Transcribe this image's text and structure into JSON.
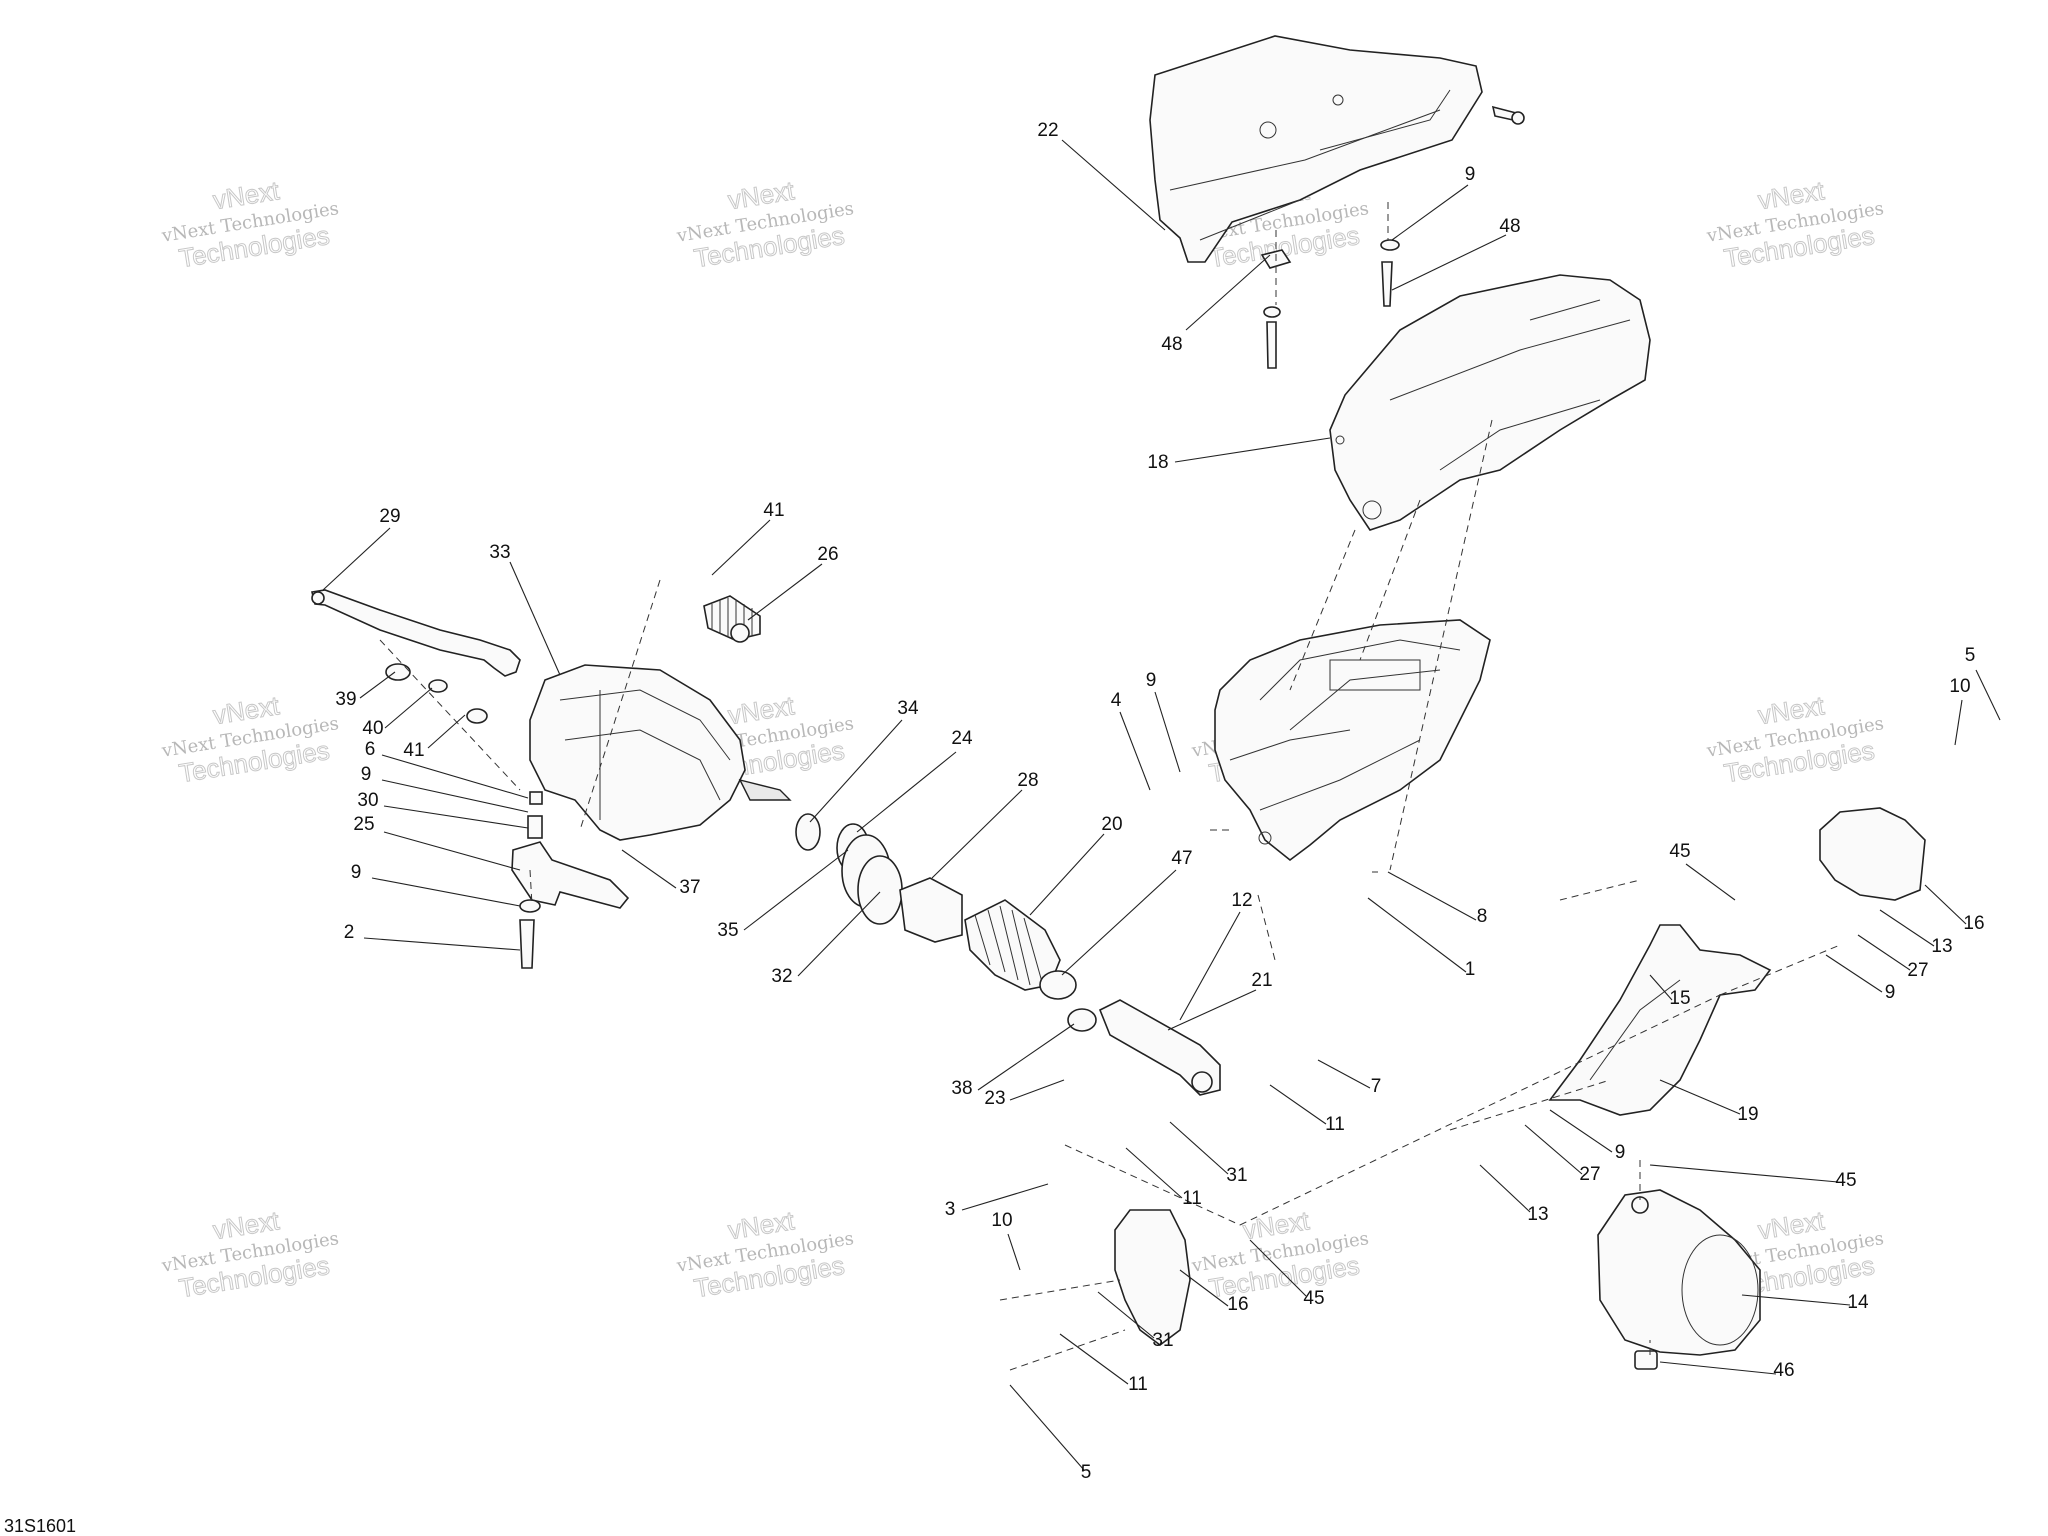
{
  "diagram_code": "31S1601",
  "watermark": {
    "line1": "vNext",
    "line2": "vNext Technologies",
    "line3": "Technologies"
  },
  "callouts": [
    {
      "id": "c22a",
      "label": "22"
    },
    {
      "id": "c9a",
      "label": "9"
    },
    {
      "id": "c48a",
      "label": "48"
    },
    {
      "id": "c48b",
      "label": "48"
    },
    {
      "id": "c18",
      "label": "18"
    },
    {
      "id": "c29",
      "label": "29"
    },
    {
      "id": "c33",
      "label": "33"
    },
    {
      "id": "c41a",
      "label": "41"
    },
    {
      "id": "c26",
      "label": "26"
    },
    {
      "id": "c39",
      "label": "39"
    },
    {
      "id": "c40",
      "label": "40"
    },
    {
      "id": "c41b",
      "label": "41"
    },
    {
      "id": "c6",
      "label": "6"
    },
    {
      "id": "c9b",
      "label": "9"
    },
    {
      "id": "c30",
      "label": "30"
    },
    {
      "id": "c25",
      "label": "25"
    },
    {
      "id": "c9c",
      "label": "9"
    },
    {
      "id": "c2",
      "label": "2"
    },
    {
      "id": "c34",
      "label": "34"
    },
    {
      "id": "c24",
      "label": "24"
    },
    {
      "id": "c35",
      "label": "35"
    },
    {
      "id": "c32",
      "label": "32"
    },
    {
      "id": "c37",
      "label": "37"
    },
    {
      "id": "c28",
      "label": "28"
    },
    {
      "id": "c20",
      "label": "20"
    },
    {
      "id": "c47",
      "label": "47"
    },
    {
      "id": "c4",
      "label": "4"
    },
    {
      "id": "c9d",
      "label": "9"
    },
    {
      "id": "c12",
      "label": "12"
    },
    {
      "id": "c8",
      "label": "8"
    },
    {
      "id": "c1",
      "label": "1"
    },
    {
      "id": "c21",
      "label": "21"
    },
    {
      "id": "c38",
      "label": "38"
    },
    {
      "id": "c23",
      "label": "23"
    },
    {
      "id": "c7",
      "label": "7"
    },
    {
      "id": "c11a",
      "label": "11"
    },
    {
      "id": "c31a",
      "label": "31"
    },
    {
      "id": "c3",
      "label": "3"
    },
    {
      "id": "c11b",
      "label": "11"
    },
    {
      "id": "c10a",
      "label": "10"
    },
    {
      "id": "c45a",
      "label": "45"
    },
    {
      "id": "c16a",
      "label": "16"
    },
    {
      "id": "c31b",
      "label": "31"
    },
    {
      "id": "c11c",
      "label": "11"
    },
    {
      "id": "c5a",
      "label": "5"
    },
    {
      "id": "c10b",
      "label": "10"
    },
    {
      "id": "c5b",
      "label": "5"
    },
    {
      "id": "c45b",
      "label": "45"
    },
    {
      "id": "c15",
      "label": "15"
    },
    {
      "id": "c16b",
      "label": "16"
    },
    {
      "id": "c13a",
      "label": "13"
    },
    {
      "id": "c27a",
      "label": "27"
    },
    {
      "id": "c9e",
      "label": "9"
    },
    {
      "id": "c19",
      "label": "19"
    },
    {
      "id": "c9f",
      "label": "9"
    },
    {
      "id": "c27b",
      "label": "27"
    },
    {
      "id": "c13b",
      "label": "13"
    },
    {
      "id": "c45c",
      "label": "45"
    },
    {
      "id": "c14",
      "label": "14"
    },
    {
      "id": "c46",
      "label": "46"
    }
  ]
}
